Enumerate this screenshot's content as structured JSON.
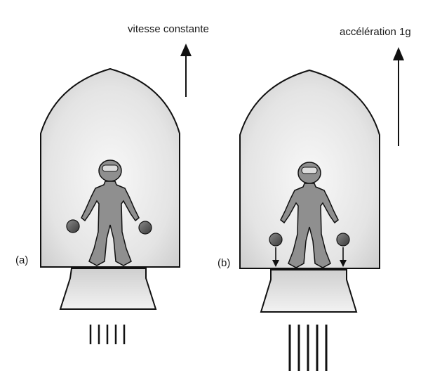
{
  "panels": [
    {
      "id": "a",
      "label": "(a)",
      "caption": "vitesse constante",
      "motion": "constant-velocity",
      "balls_fall": false,
      "exhaust_strength": "weak"
    },
    {
      "id": "b",
      "label": "(b)",
      "caption": "accélération 1g",
      "motion": "accelerating",
      "balls_fall": true,
      "exhaust_strength": "strong"
    }
  ],
  "colors": {
    "hull_fill": "#d9d9d9",
    "hull_glow": "#f7f7f7",
    "astronaut": "#8f8f8f",
    "visor": "#d8d8d8",
    "ball": "#6a6a6a",
    "ink": "#111111"
  },
  "icons": [
    "rocket-nose-shape",
    "astronaut-figure",
    "ball",
    "up-arrow",
    "down-arrow",
    "exhaust-lines"
  ]
}
